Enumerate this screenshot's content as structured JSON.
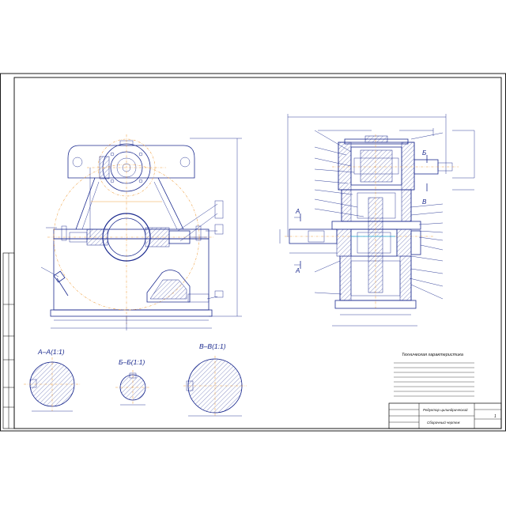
{
  "sections": {
    "a": "A–A(1:1)",
    "b": "Б–Б(1:1)",
    "c": "В–В(1:1)"
  },
  "view_marks": {
    "cut_a_top": "A",
    "cut_a_bottom": "A",
    "cut_b": "Б",
    "cut_v": "В"
  },
  "tech_title": "Техническая характеристика",
  "title_block": {
    "name_line1": "Редуктор цилиндрический",
    "name_line2": "Сборочный чертеж",
    "sheet": "1"
  },
  "colors": {
    "ink": "#1c2b8f",
    "frame": "#000000",
    "centerline": "#f0a040",
    "highlight": "#1aa3d6"
  }
}
